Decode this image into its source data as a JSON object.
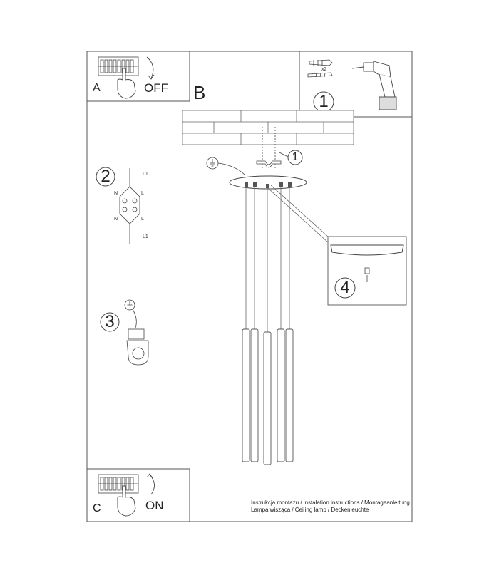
{
  "steps": {
    "a_letter": "A",
    "a_state": "OFF",
    "b_letter": "B",
    "c_letter": "C",
    "c_state": "ON",
    "n1": "1",
    "n1_callout": "1",
    "n2": "2",
    "n3": "3",
    "n4": "4"
  },
  "labels": {
    "screws_qty": "x2",
    "wire_n": "N",
    "wire_l": "L",
    "wire_l1": "L1"
  },
  "footer": {
    "line1": "Instrukcja montażu / instalation instructions / Montageanleitung",
    "line2": "Lampa wisząca / Ceiling lamp / Deckenleuchte"
  }
}
